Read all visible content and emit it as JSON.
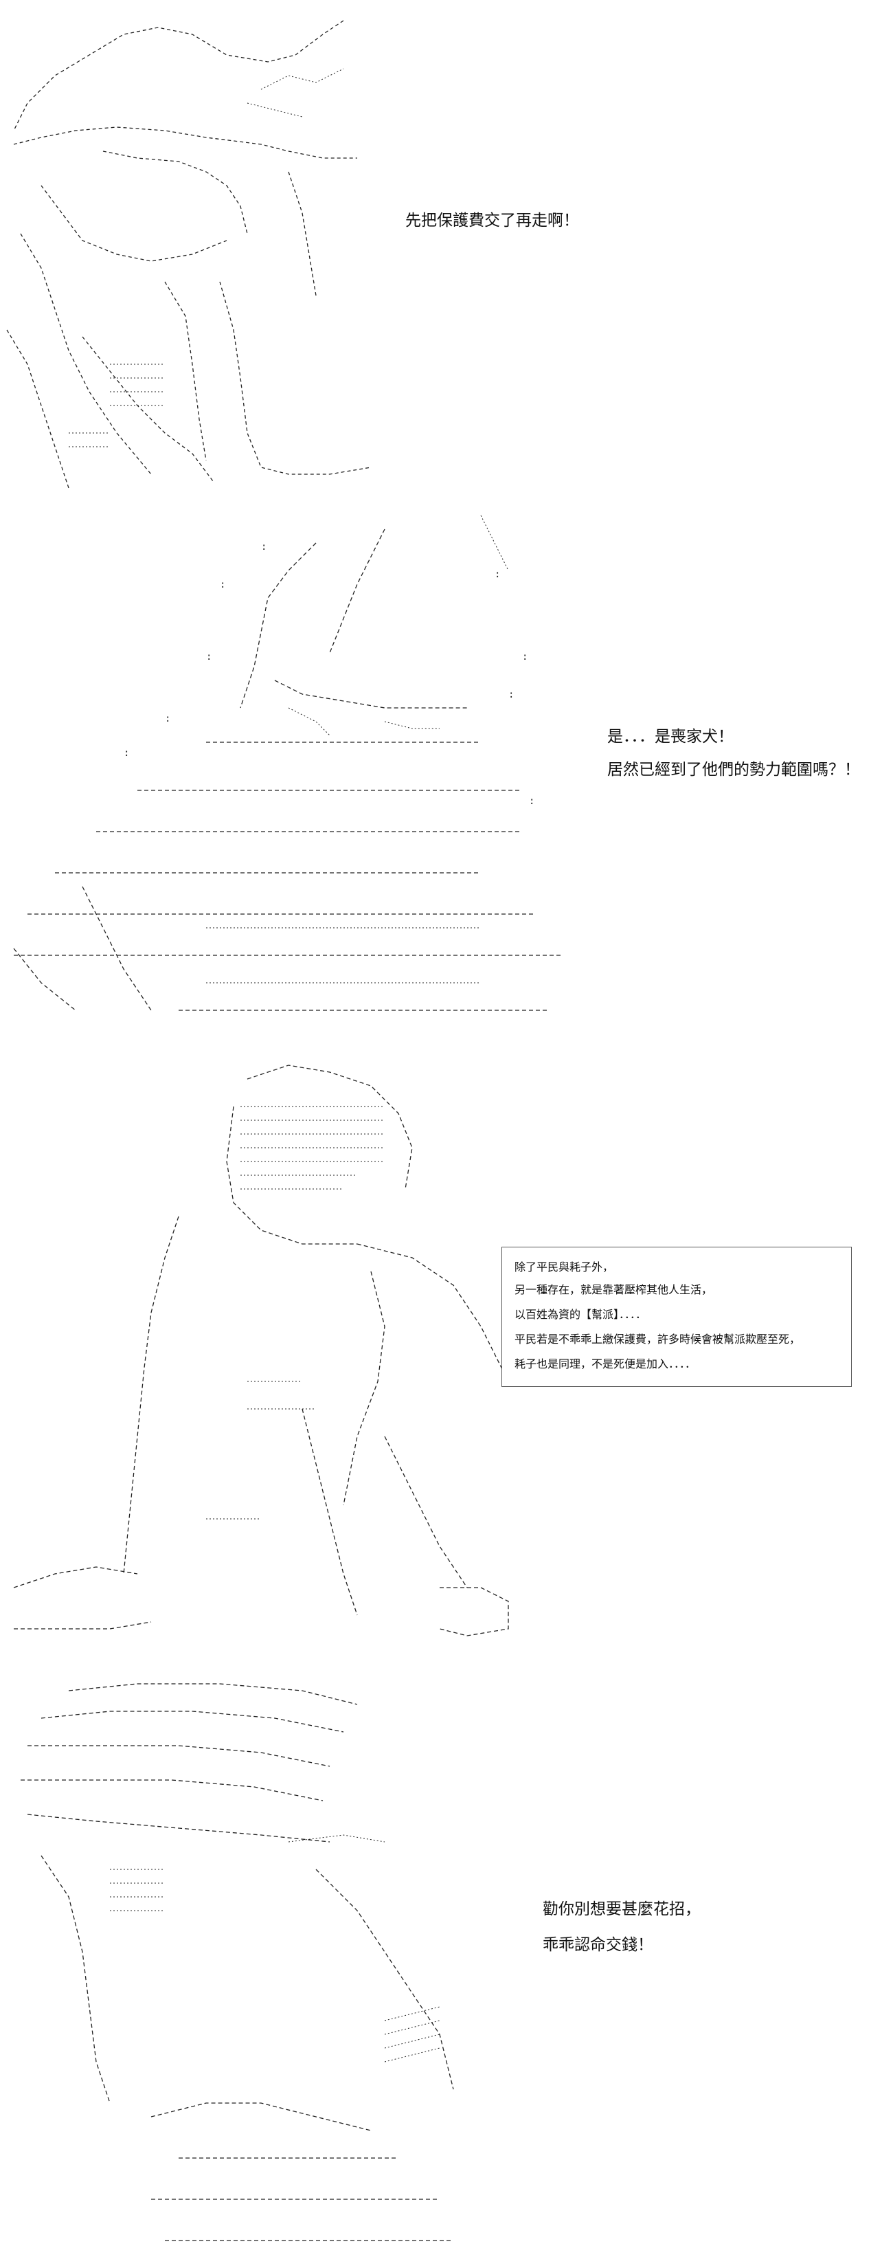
{
  "panels": [
    {
      "id": 1,
      "caption_lines": [
        "先把保護費交了再走啊！"
      ]
    },
    {
      "id": 2,
      "caption_lines": [
        "是．．．是喪家犬！",
        "居然已經到了他們的勢力範圍嗎？！"
      ]
    },
    {
      "id": 3,
      "caption_lines": [
        "除了平民與耗子外，",
        "另一種存在，就是靠著壓榨其他人生活，",
        "以百姓為資的【幫派】．．．．",
        "平民若是不乖乖上繳保護費，許多時候會被幫派欺壓至死，",
        "耗子也是同理，不是死便是加入．．．．"
      ]
    },
    {
      "id": 4,
      "caption_lines": [
        "勸你別想要甚麼花招，",
        "乖乖認命交錢！"
      ]
    }
  ],
  "colors": {
    "ink": "#111111",
    "box_border": "#555555",
    "background": "#ffffff"
  }
}
